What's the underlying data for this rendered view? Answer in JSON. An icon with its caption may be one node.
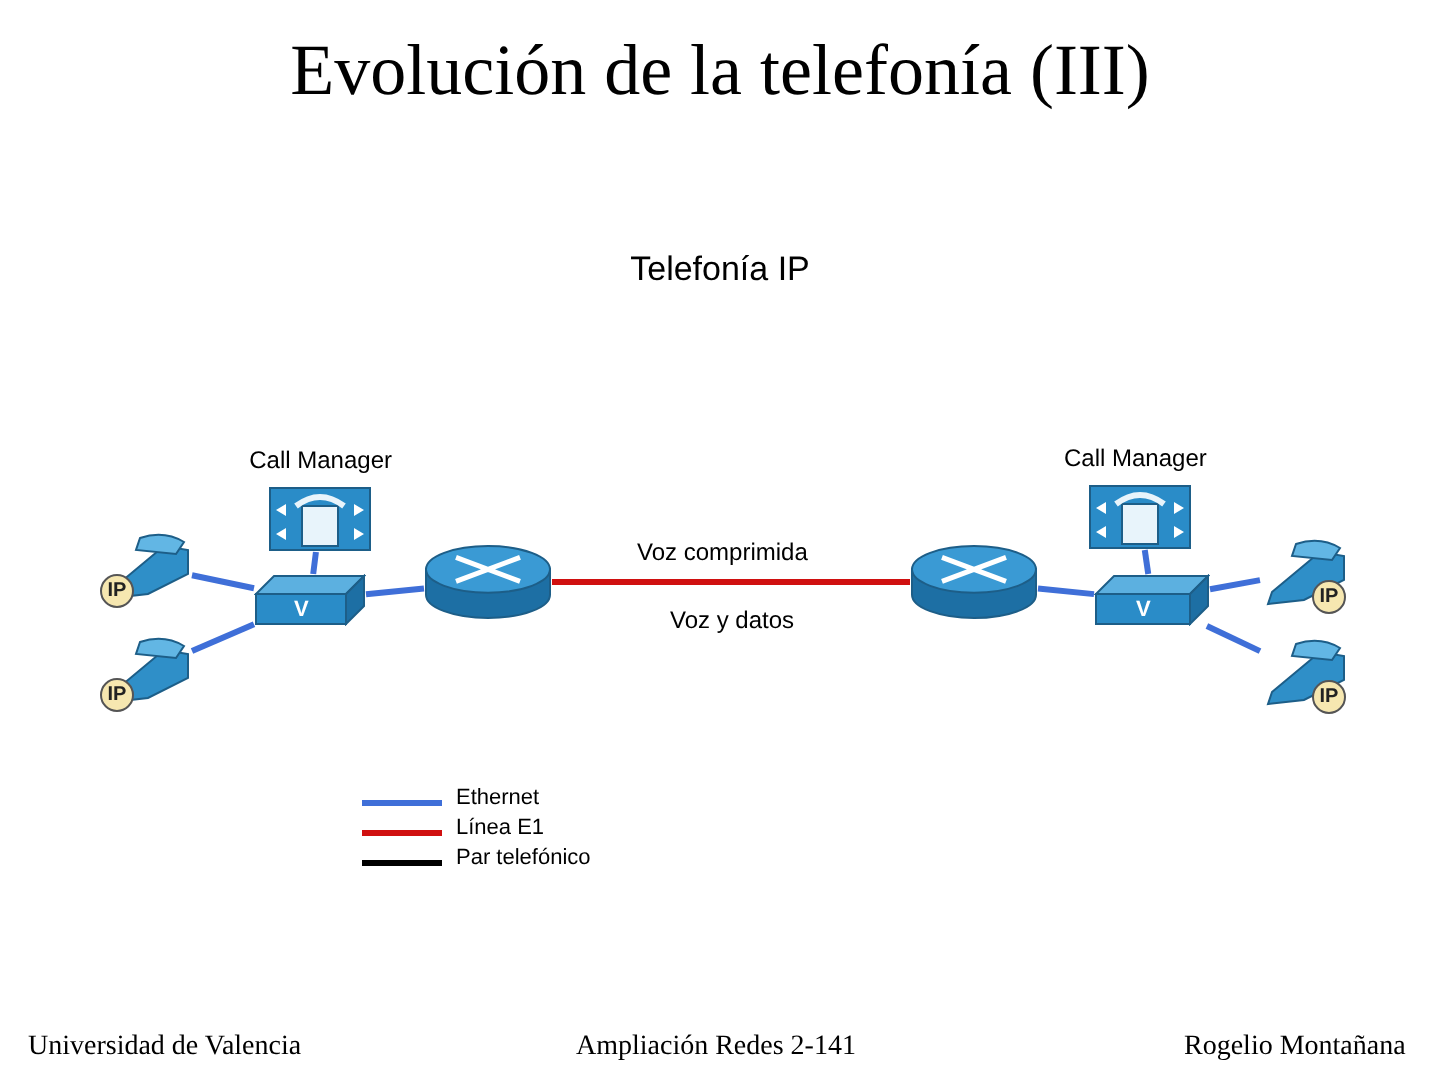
{
  "diagram": {
    "title": "Evolución de la telefonía (III)",
    "nodes": [
      {
        "text": [
          "IP"
        ]
      },
      {
        "text": [
          "IP"
        ]
      },
      {
        "text": [
          "Call Manager"
        ]
      },
      {
        "text": [
          "V"
        ]
      },
      {
        "text": [],
        "shape": "cylinder"
      },
      {
        "text": [],
        "shape": "cylinder"
      },
      {
        "text": [
          "Call Manager"
        ]
      },
      {
        "text": [
          "V"
        ]
      },
      {
        "text": [
          "IP"
        ]
      },
      {
        "text": [
          "IP"
        ]
      }
    ],
    "edges": [
      {
        "from": 0,
        "to": 3,
        "arrow": "none"
      },
      {
        "from": 1,
        "to": 3,
        "arrow": "none"
      },
      {
        "from": 2,
        "to": 3,
        "arrow": "none"
      },
      {
        "from": 3,
        "to": 4,
        "arrow": "none"
      },
      {
        "from": 4,
        "to": 5,
        "arrow": "none",
        "label": "Voz comprimida",
        "color": "#d01010"
      },
      {
        "from": 5,
        "to": 7,
        "arrow": "none"
      },
      {
        "from": 6,
        "to": 7,
        "arrow": "none"
      },
      {
        "from": 7,
        "to": 8,
        "arrow": "none"
      },
      {
        "from": 7,
        "to": 9,
        "arrow": "none"
      }
    ],
    "labels": [
      "Telefonía IP",
      "Voz y datos",
      "Universidad de Valencia",
      "Ampliación Redes 2-141",
      "Rogelio Montañana"
    ],
    "legend": [
      {
        "text": "Ethernet",
        "color": "#3f6fd8"
      },
      {
        "text": "Línea E1",
        "color": "#d01010"
      },
      {
        "text": "Par telefónico",
        "color": "#000000"
      }
    ]
  }
}
